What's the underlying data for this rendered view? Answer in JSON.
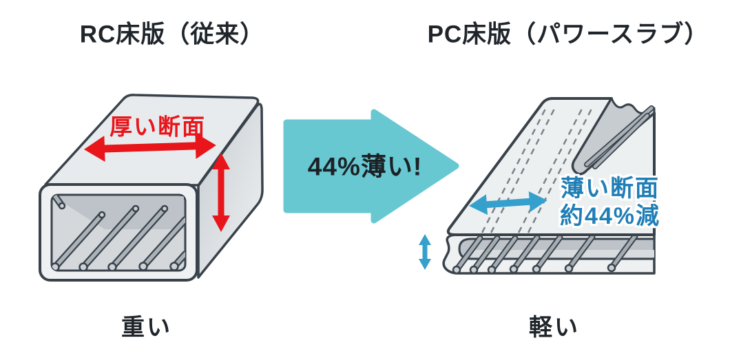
{
  "colors": {
    "accent_teal": "#68C8D2",
    "arrow_teal": "#36A0CD",
    "accent_red": "#E8151B",
    "label_blue": "#1F7EB6",
    "outline_dark": "#39424B",
    "text_dark": "#1F252A",
    "concrete_light": "#EEF0F2",
    "concrete_interior": "#D4D8DB",
    "concrete_shadow": "#BDC3C8"
  },
  "left_panel": {
    "title": "RC床版（従来）",
    "section_label": "厚い断面",
    "weight_label": "重い"
  },
  "transition": {
    "label": "44%薄い!"
  },
  "right_panel": {
    "title": "PC床版（パワースラブ）",
    "section_label_line1": "薄い断面",
    "section_label_line2": "約44%減",
    "weight_label": "軽い"
  }
}
